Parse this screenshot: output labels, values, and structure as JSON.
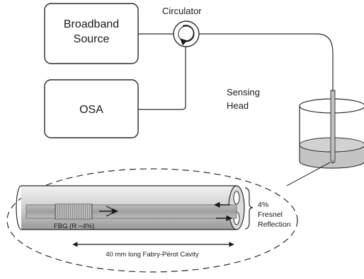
{
  "boxes": {
    "source_line1": "Broadband",
    "source_line2": "Source",
    "osa": "OSA"
  },
  "labels": {
    "circulator": "Circulator",
    "sensing_line1": "Sensing",
    "sensing_line2": "Head"
  },
  "inset": {
    "fbg": "FBG (R ~4%)",
    "reflection_line1": "4%",
    "reflection_line2": "Fresnel",
    "reflection_line3": "Reflection",
    "cavity": "40 mm long Fabry-Pérot Cavity"
  },
  "colors": {
    "line": "#2b2b2b",
    "liquid": "#c4c4c4",
    "fiber_fill": "#d9d9d9",
    "fiber_shade": "#a6a6a6"
  }
}
